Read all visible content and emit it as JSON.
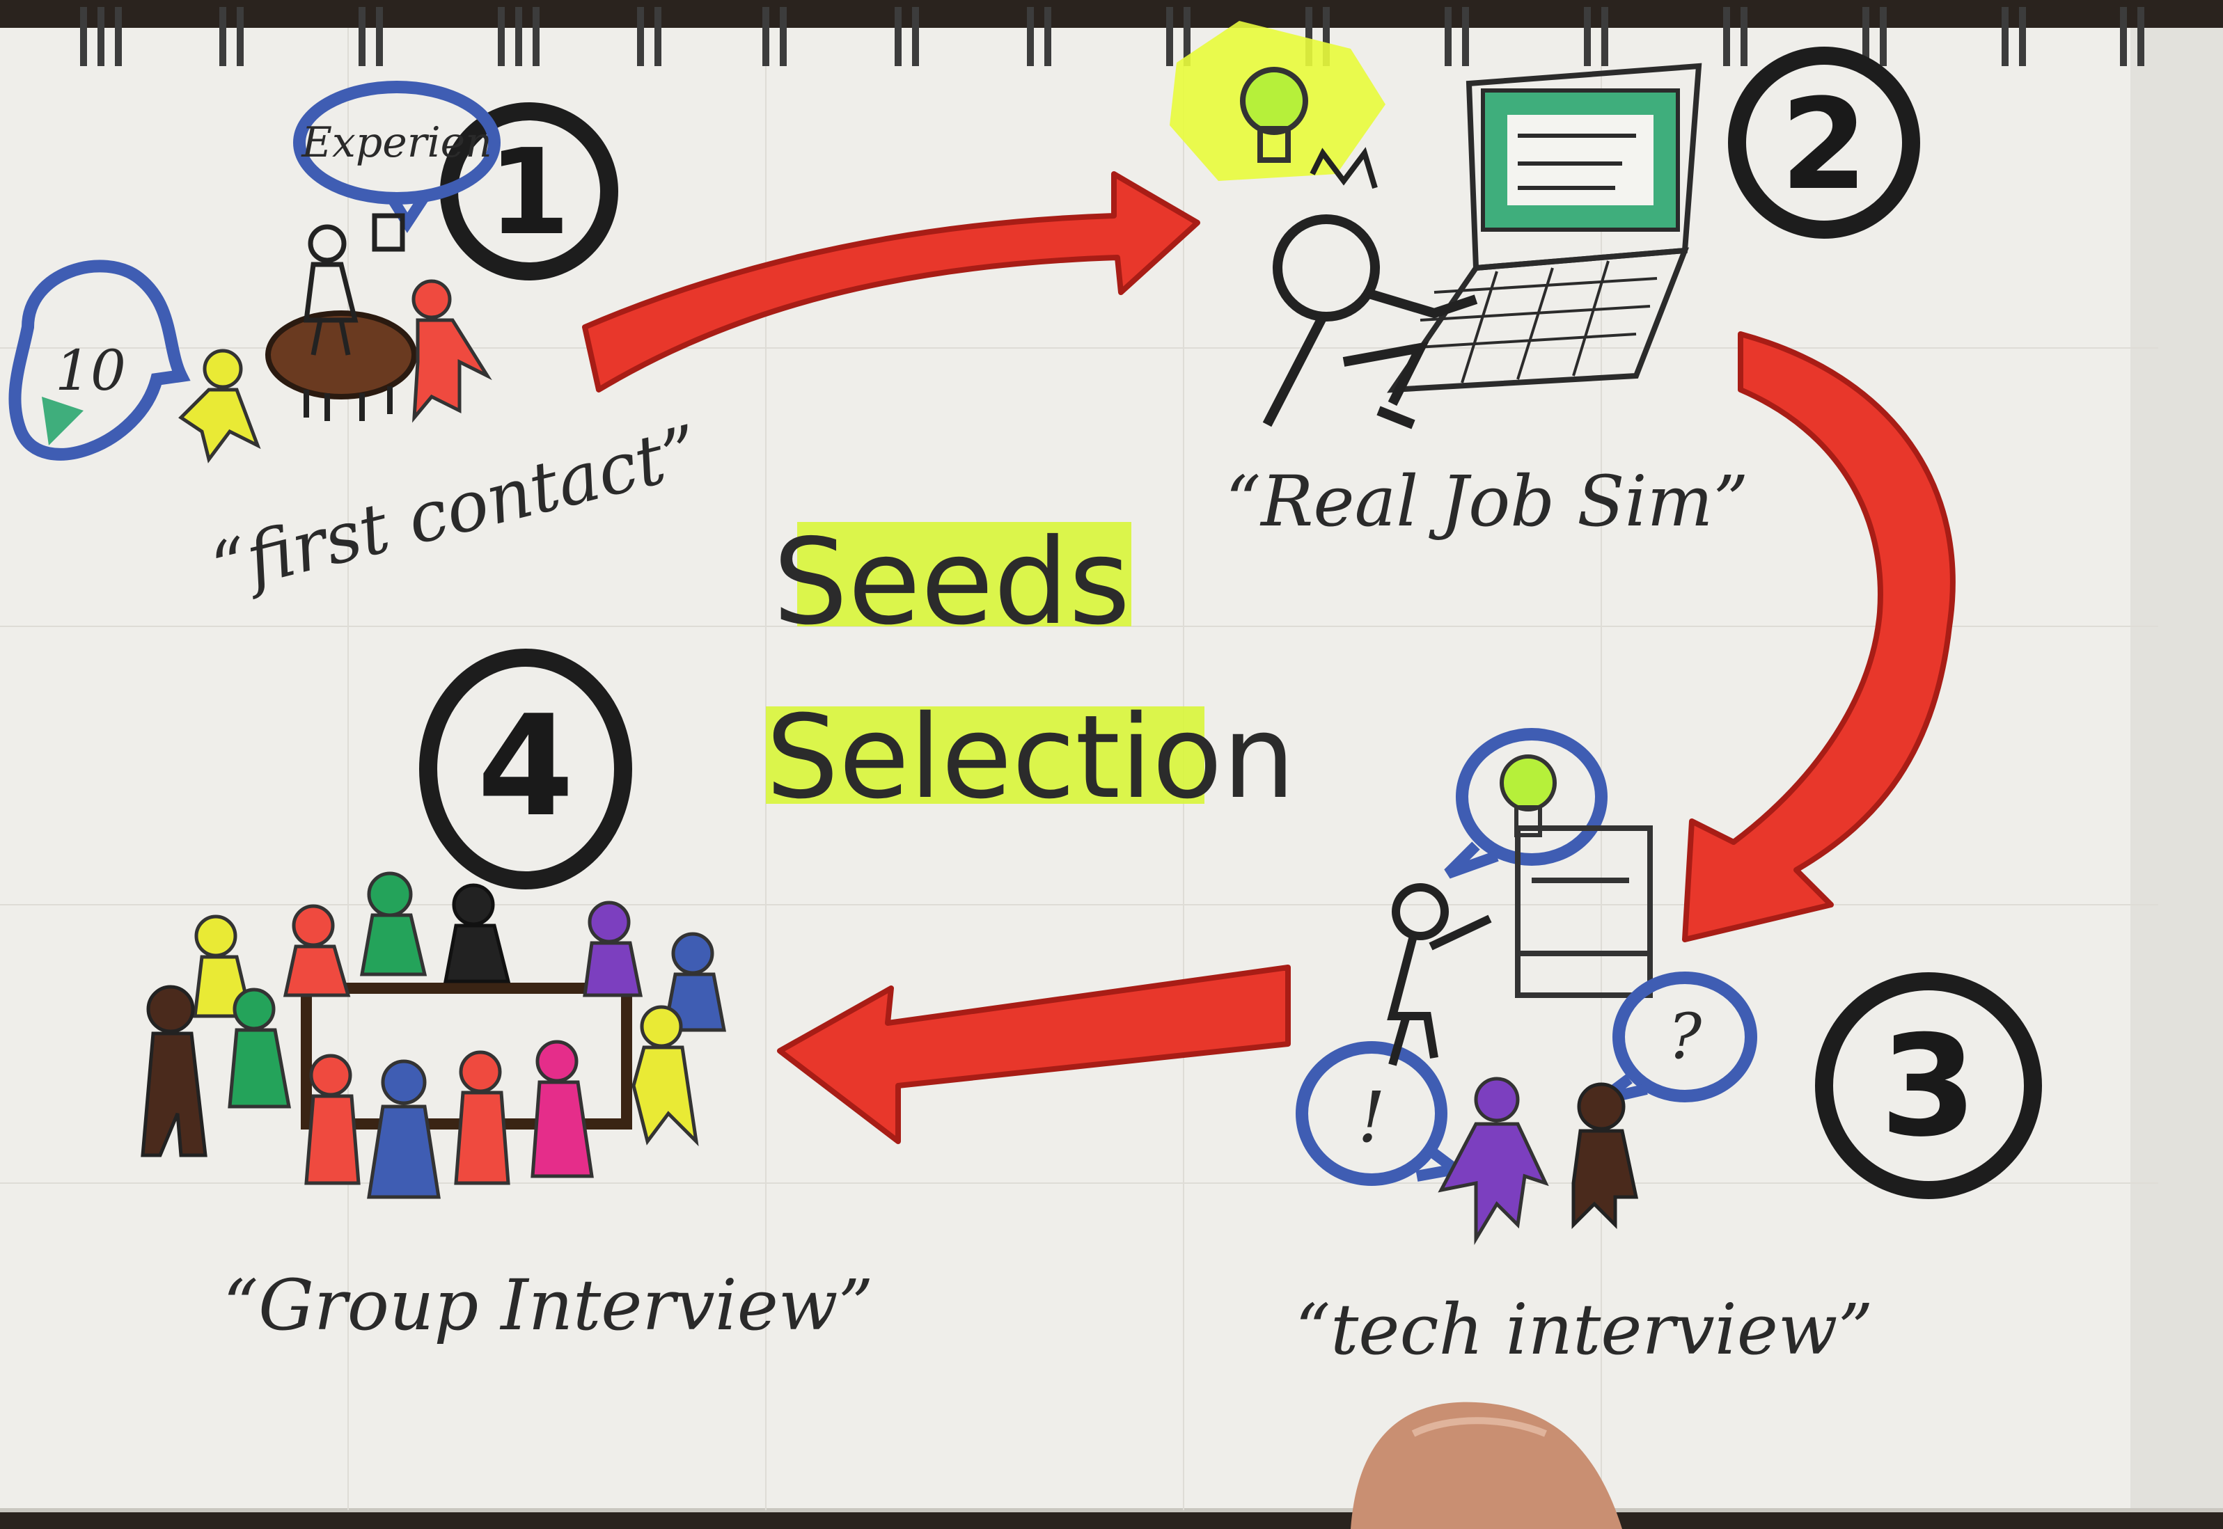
{
  "title": {
    "line1": "Seeds",
    "line2": "Selection",
    "highlight_color": "#d8f53a"
  },
  "steps": [
    {
      "number": "1",
      "caption": "“first contact”",
      "bubble_text": "Experien",
      "side_bubble_text": "10"
    },
    {
      "number": "2",
      "caption": "“Real Job Sim”"
    },
    {
      "number": "3",
      "caption": "“tech interview”",
      "bubble_marks": [
        "?",
        "!"
      ]
    },
    {
      "number": "4",
      "caption": "“Group Interview”"
    }
  ],
  "colors": {
    "arrow": "#e8372b",
    "arrow_outline": "#b0201a",
    "ink": "#1d1d1d",
    "bubble_blue": "#3f5db3",
    "screen_green": "#3fae7c",
    "bulb_green": "#b6f03a",
    "paper": "#f1f0ec"
  }
}
